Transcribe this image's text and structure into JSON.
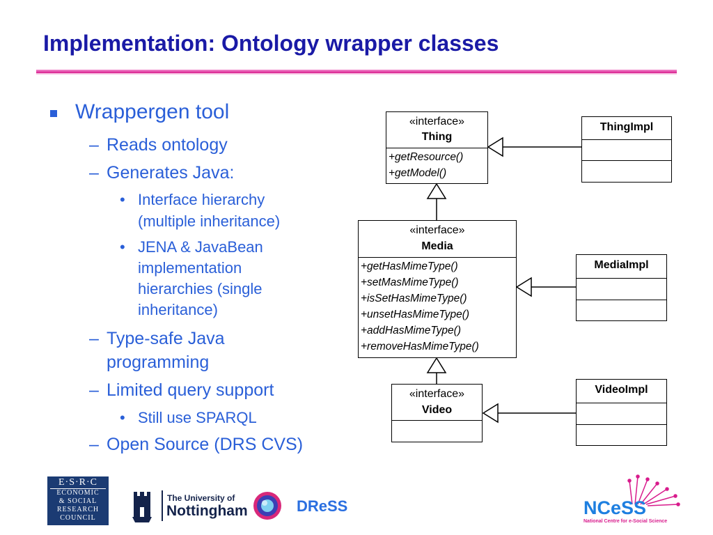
{
  "slide": {
    "title": "Implementation: Ontology wrapper classes",
    "bullets": [
      "Wrappergen tool",
      "Reads ontology",
      "Generates Java:",
      "Interface hierarchy",
      "(multiple inheritance)",
      "JENA & JavaBean",
      "implementation",
      "hierarchies (single",
      "inheritance)",
      "Type-safe Java",
      "programming",
      "Limited query support",
      "Still use SPARQL",
      "Open Source (DRS CVS)"
    ]
  },
  "diagram": {
    "thing": {
      "stereotype": "«interface»",
      "name": "Thing",
      "methods": [
        "+getResource()",
        "+getModel()"
      ]
    },
    "media": {
      "stereotype": "«interface»",
      "name": "Media",
      "methods": [
        "+getHasMimeType()",
        "+setMasMimeType()",
        "+isSetHasMimeType()",
        "+unsetHasMimeType()",
        "+addHasMimeType()",
        "+removeHasMimeType()"
      ]
    },
    "video": {
      "stereotype": "«interface»",
      "name": "Video"
    },
    "thing_impl": "ThingImpl",
    "media_impl": "MediaImpl",
    "video_impl": "VideoImpl"
  },
  "logos": {
    "esrc_top": "E·S·R·C",
    "esrc_lines": [
      "ECONOMIC",
      "& SOCIAL",
      "RESEARCH",
      "COUNCIL"
    ],
    "nottingham_small": "The University of",
    "nottingham_big": "Nottingham",
    "dress": "DReSS",
    "ncess_big": "NCeSS",
    "ncess_small": "National Centre for e-Social Science"
  },
  "colors": {
    "title": "#1a1aa6",
    "bullet": "#2a5fd8",
    "rule": "#d81b8c"
  }
}
